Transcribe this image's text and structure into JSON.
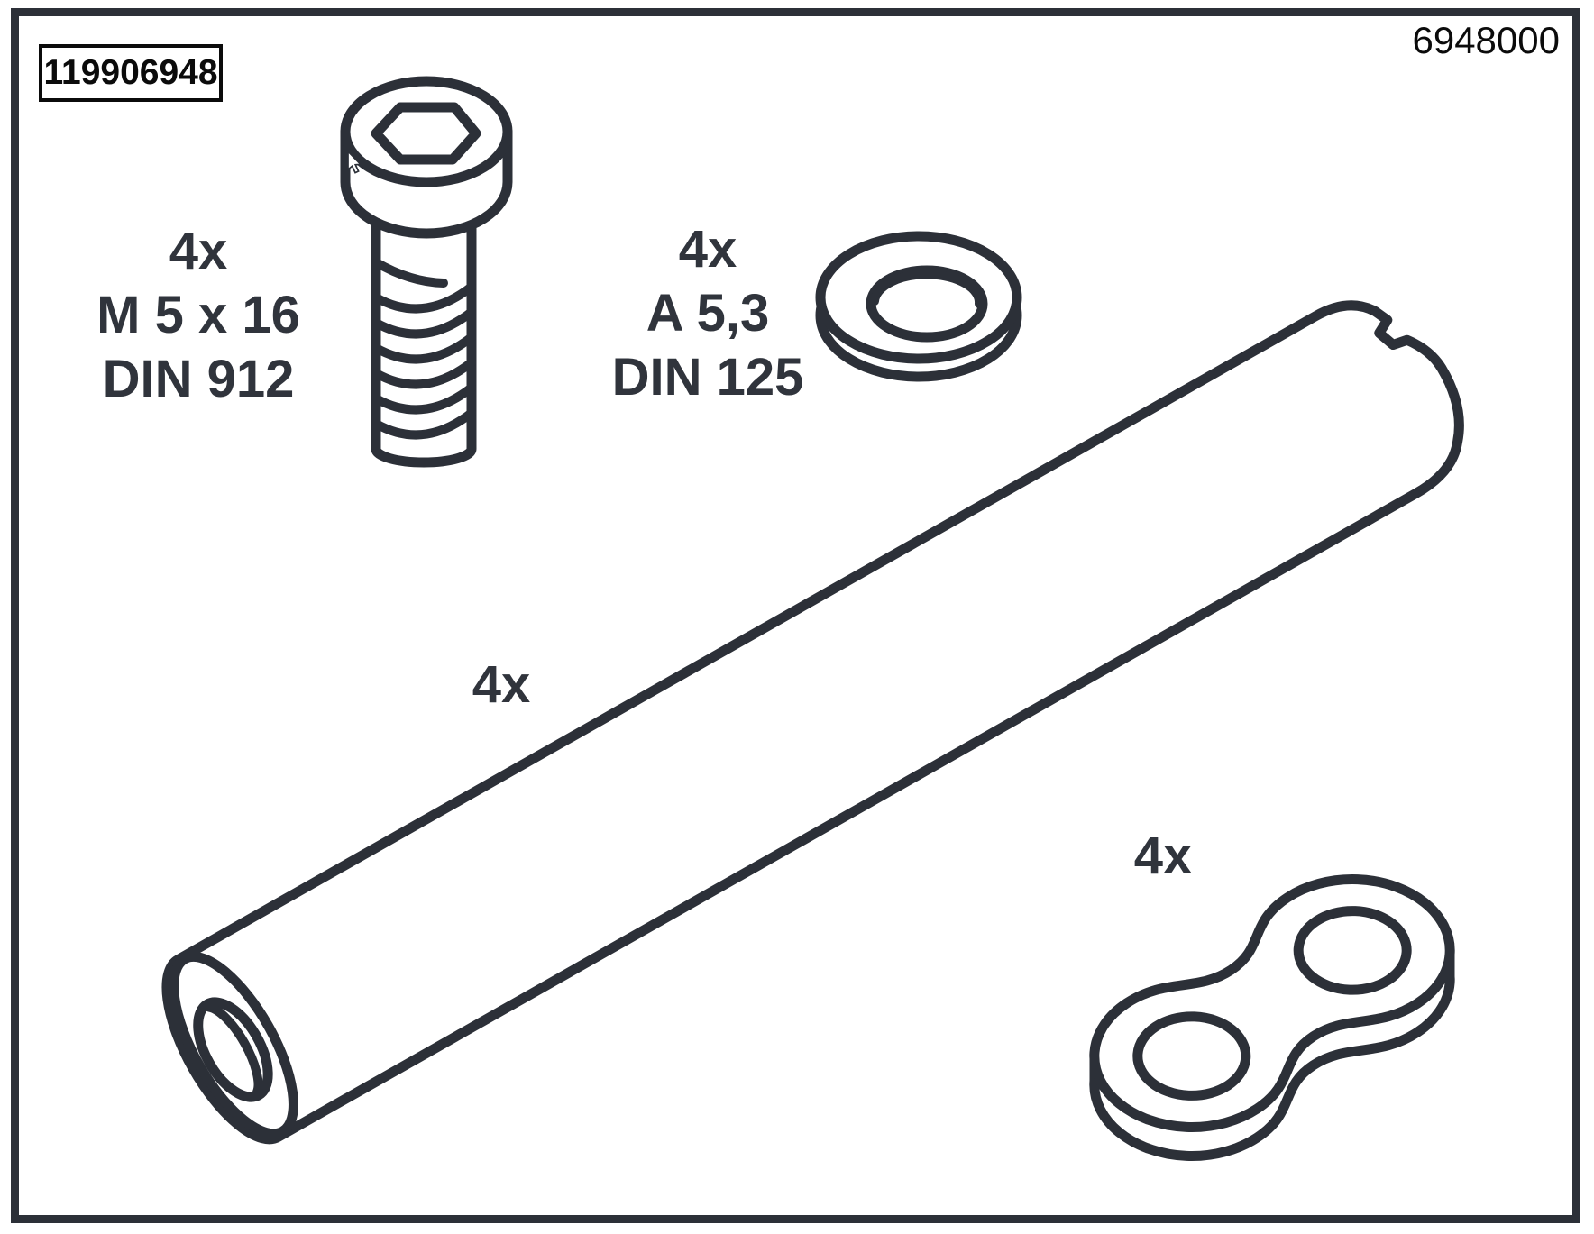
{
  "colors": {
    "line": "#2c3038",
    "label_text": "#30343c",
    "header_text": "#0b0b0b",
    "background": "#ffffff"
  },
  "header": {
    "part_number": "119906948",
    "model_number": "6948000"
  },
  "parts": {
    "screw": {
      "quantity": "4x",
      "size": "M 5 x 16",
      "standard": "DIN 912"
    },
    "washer": {
      "quantity": "4x",
      "size": "A 5,3",
      "standard": "DIN 125"
    },
    "tube": {
      "quantity": "4x"
    },
    "link": {
      "quantity": "4x"
    }
  }
}
